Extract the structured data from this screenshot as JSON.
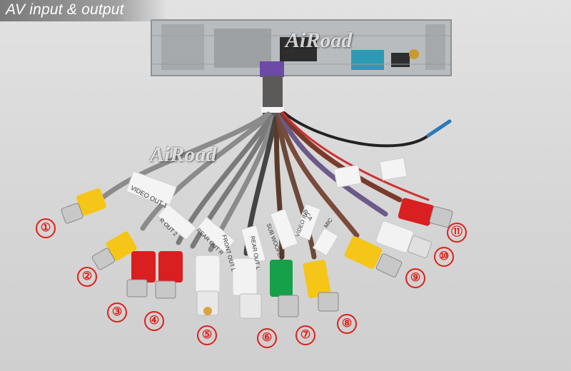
{
  "header": {
    "title": "AV input & output"
  },
  "watermark": "AiRoad",
  "labels": [
    "VIDEO OUT 1",
    "R OUT 2",
    "REAR OUT R",
    "FRONT OUT L",
    "REAR OUT L",
    "SUB WOOFER",
    "VIDEO IN",
    "RCA",
    "MIC"
  ],
  "connectors": [
    {
      "number": "①",
      "color": "#f5c518"
    },
    {
      "number": "②",
      "color": "#f5c518"
    },
    {
      "number": "③",
      "color": "#d91f1f"
    },
    {
      "number": "④",
      "color": "#d91f1f"
    },
    {
      "number": "⑤",
      "color": "#f2f2f2"
    },
    {
      "number": "⑥",
      "color": "#f2f2f2"
    },
    {
      "number": "⑦",
      "color": "#17a04a"
    },
    {
      "number": "⑧",
      "color": "#f5c518"
    },
    {
      "number": "⑨",
      "color": "#f5c518"
    },
    {
      "number": "⑩",
      "color": "#f2f2f2"
    },
    {
      "number": "⑪",
      "color": "#d91f1f"
    }
  ]
}
